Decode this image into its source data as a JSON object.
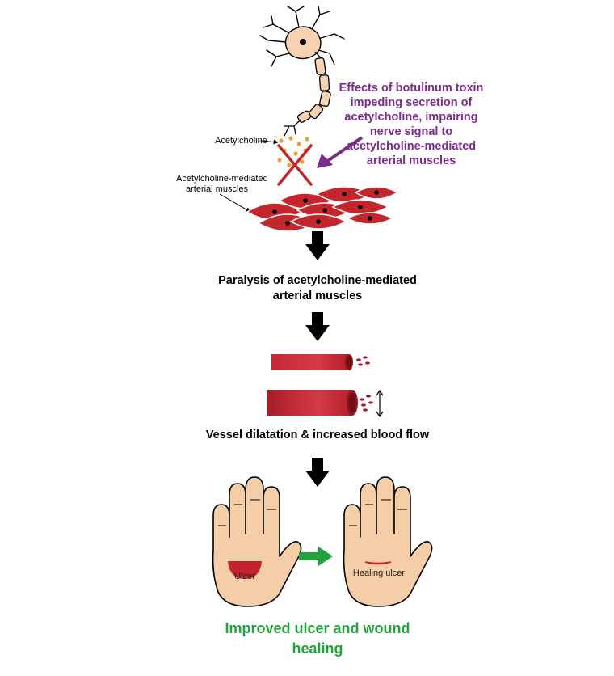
{
  "labels": {
    "acetylcholine": "Acetylcholine",
    "muscles_line1": "Acetylcholine-mediated",
    "muscles_line2": "arterial muscles",
    "effects": [
      "Effects of botulinum toxin",
      "impeding secretion of",
      "acetylcholine, impairing",
      "nerve signal to",
      "acetylcholine-mediated",
      "arterial muscles"
    ],
    "paralysis": [
      "Paralysis of acetylcholine-mediated",
      "arterial muscles"
    ],
    "dilatation": "Vessel dilatation & increased blood flow",
    "ulcer": "Ulcer",
    "healing_ulcer": "Healing ulcer",
    "outcome": [
      "Improved ulcer and wound",
      "healing"
    ]
  },
  "colors": {
    "neuron_fill": "#f6d2b0",
    "toxin_arrow": "#7d2a8f",
    "x_mark": "#c0272d",
    "muscle": "#c4262e",
    "vessel": "#b3202a",
    "skin": "#f5cda6",
    "outcome_green": "#1fa33a",
    "acetylcholine_dots": "#f0a030"
  }
}
